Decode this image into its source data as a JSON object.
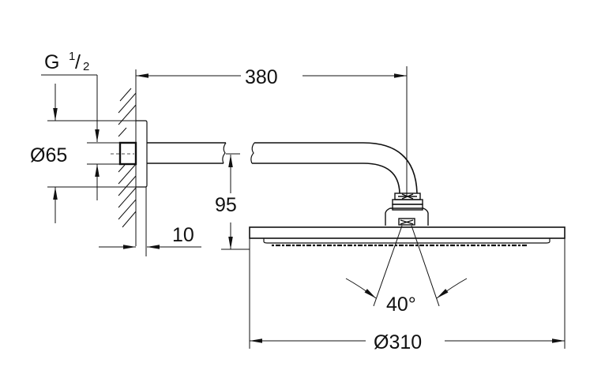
{
  "diagram": {
    "type": "technical-dimension-drawing",
    "subject": "wall-mounted shower head with shower arm",
    "stroke_color": "#111111",
    "background": "#ffffff"
  },
  "dimensions": {
    "thread": {
      "prefix": "G",
      "num": "1",
      "slash": "/",
      "den": "2"
    },
    "flange_diameter": "Ø65",
    "arm_length": "380",
    "drop_height": "95",
    "flange_depth": "10",
    "spray_angle": "40°",
    "head_diameter": "Ø310"
  }
}
